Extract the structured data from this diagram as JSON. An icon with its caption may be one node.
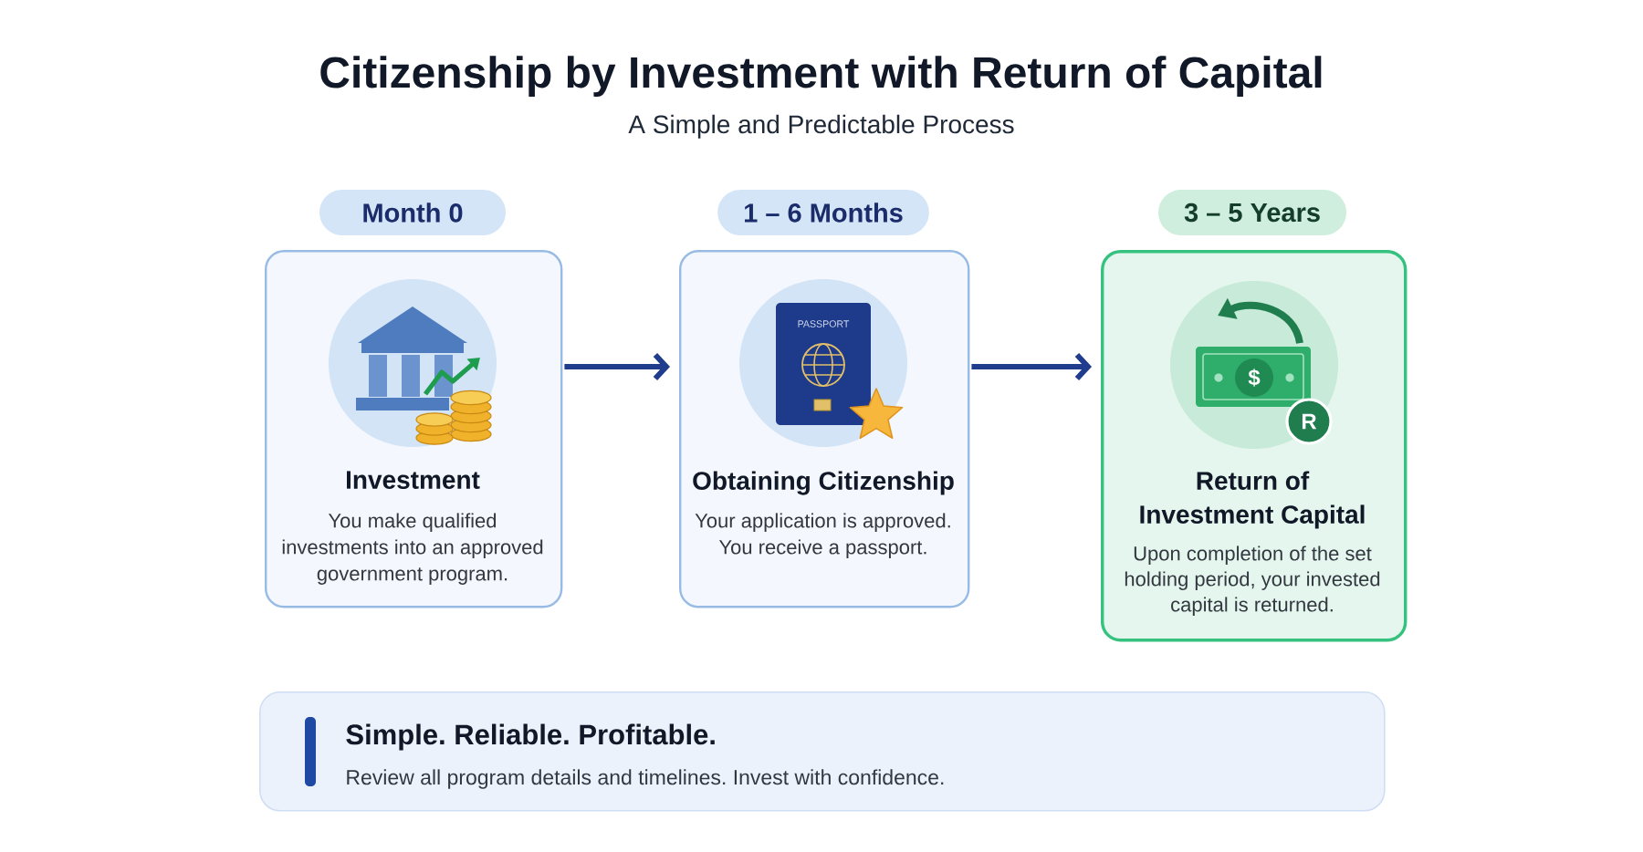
{
  "diagram": {
    "title": "Citizenship by Investment with Return of Capital",
    "nodes": [
      {
        "text": [
          "Investment",
          "You make qualified investments into an approved government program."
        ],
        "beside": [
          "Month 0"
        ]
      },
      {
        "text": [
          "Obtaining Citizenship",
          "Your application is approved. You receive a passport."
        ],
        "beside": [
          "1 – 6 Months"
        ]
      },
      {
        "text": [
          "Return of Investment Capital",
          "Upon completion of the set holding period, your invested capital is returned."
        ],
        "beside": [
          "3 – 5 Years"
        ]
      },
      {
        "text": [
          "Simple. Reliable. Profitable.",
          "Review all program details and timelines. Invest with confidence."
        ]
      }
    ],
    "edges": [
      {
        "from": 0,
        "to": 1,
        "arrow": "to"
      },
      {
        "from": 1,
        "to": 2,
        "arrow": "to"
      }
    ],
    "labels": [
      "A Simple and Predictable Process",
      "PASSPORT",
      "$",
      "R"
    ]
  }
}
